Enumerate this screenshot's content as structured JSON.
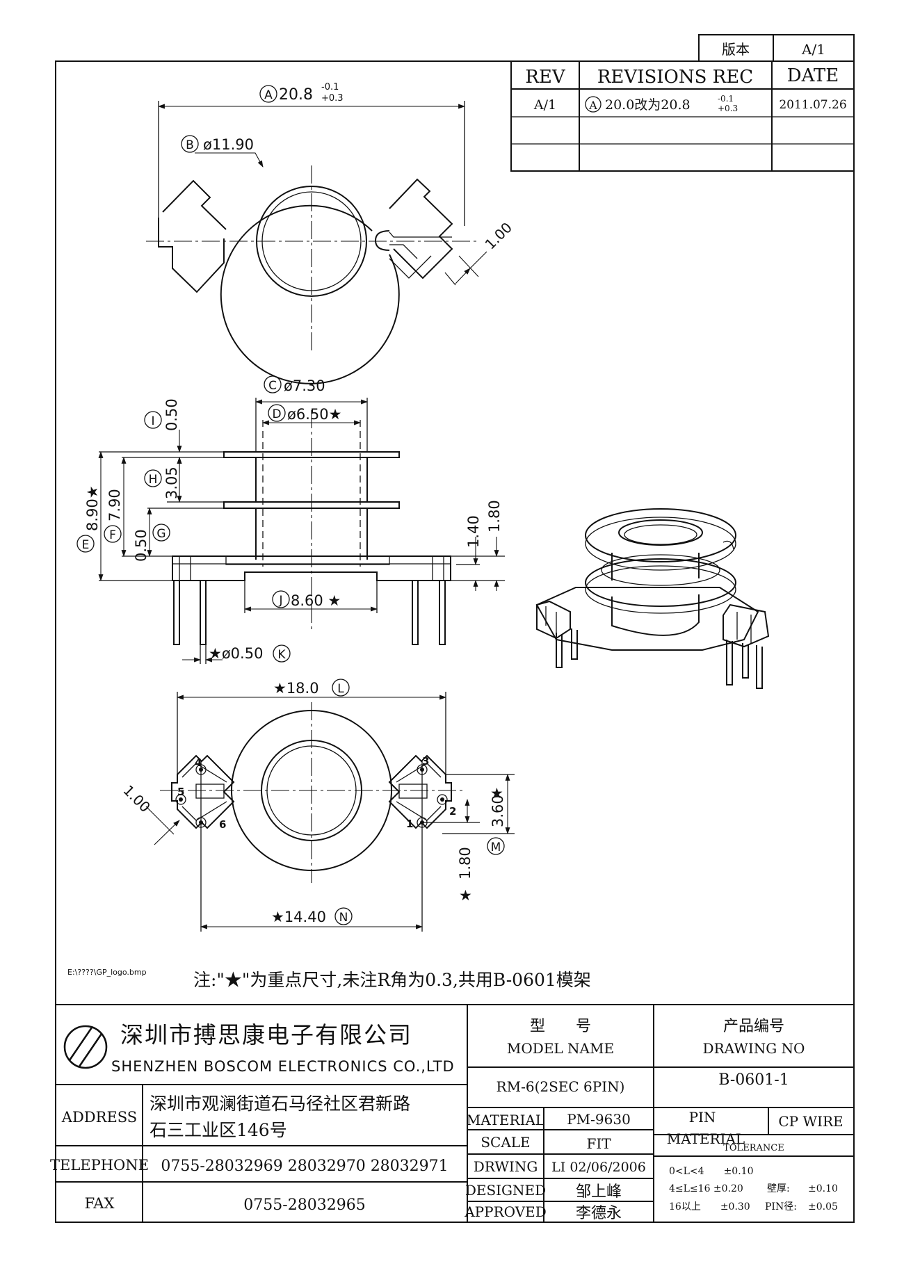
{
  "version_box": {
    "label": "版本",
    "value": "A/1"
  },
  "revisions": {
    "headers": {
      "rev": "REV",
      "rec": "REVISIONS REC",
      "date": "DATE"
    },
    "rows": [
      {
        "rev": "A/1",
        "marker": "A",
        "rec": "20.0改为20.8",
        "tol_upper": "-0.1",
        "tol_lower": "+0.3",
        "date": "2011.07.26"
      }
    ]
  },
  "dimensions": {
    "A": {
      "marker": "A",
      "value": "20.8",
      "tol_upper": "-0.1",
      "tol_lower": "+0.3"
    },
    "B": {
      "marker": "B",
      "value": "ø11.90"
    },
    "slot": {
      "value": "1.00"
    },
    "C": {
      "marker": "C",
      "value": "ø7.30"
    },
    "D": {
      "marker": "D",
      "value": "ø6.50★"
    },
    "I": {
      "marker": "I",
      "value": "0.50"
    },
    "H": {
      "marker": "H",
      "value": "3.05"
    },
    "G": {
      "marker": "G",
      "value": "0.50"
    },
    "F": {
      "marker": "F",
      "value": "7.90"
    },
    "E": {
      "marker": "E",
      "value": "8.90★"
    },
    "J": {
      "marker": "J",
      "value": "8.60 ★"
    },
    "K": {
      "marker": "K",
      "value": "★ø0.50"
    },
    "r140": {
      "value": "1.40"
    },
    "r180": {
      "value": "1.80"
    },
    "L": {
      "marker": "L",
      "value": "★18.0"
    },
    "M": {
      "marker": "M",
      "value": "3.60"
    },
    "N": {
      "marker": "N",
      "value": "★14.40"
    },
    "b100": {
      "value": "1.00"
    },
    "b180": {
      "value": "1.80"
    },
    "star": "★"
  },
  "pins": [
    "1",
    "2",
    "3",
    "4",
    "5",
    "6"
  ],
  "logo_path": "E:\\????\\GP_logo.bmp",
  "note": "注:\"★\"为重点尺寸,未注R角为0.3,共用B-0601模架",
  "company": {
    "name_cn": "深圳市搏思康电子有限公司",
    "name_en": "SHENZHEN BOSCOM ELECTRONICS CO.,LTD"
  },
  "address": {
    "label": "ADDRESS",
    "line1": "深圳市观澜街道石马径社区君新路",
    "line2": "石三工业区146号"
  },
  "telephone": {
    "label": "TELEPHONE",
    "value": "0755-28032969 28032970 28032971"
  },
  "fax": {
    "label": "FAX",
    "value": "0755-28032965"
  },
  "model": {
    "label_cn": "型　　号",
    "label_en": "MODEL NAME",
    "value": "RM-6(2SEC 6PIN)"
  },
  "drawing": {
    "label_cn": "产品编号",
    "label_en": "DRAWING NO",
    "value": "B-0601-1"
  },
  "material": {
    "label": "MATERIAL",
    "value": "PM-9630"
  },
  "scale": {
    "label": "SCALE",
    "value": "FIT"
  },
  "drwing": {
    "label": "DRWING",
    "value": "LI 02/06/2006"
  },
  "designed": {
    "label": "DESIGNED",
    "value": "邹上峰"
  },
  "approved": {
    "label": "APPROVED",
    "value": "李德永"
  },
  "pin_material": {
    "label1": "PIN",
    "label2": "MATERIAL",
    "value": "CP WIRE"
  },
  "tolerance": {
    "label": "TOLERANCE",
    "r1": "0<L<4　　±0.10",
    "r2": "4≤L≤16 ±0.20",
    "r3": "16以上　　±0.30",
    "wall_label": "壁厚:",
    "wall_value": "±0.10",
    "pin_label": "PIN径:",
    "pin_value": "±0.05"
  }
}
